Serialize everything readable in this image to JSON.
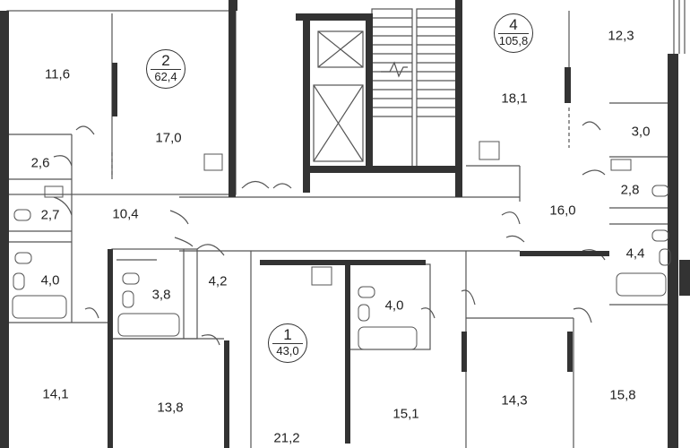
{
  "apartments": [
    {
      "number": "2",
      "area": "62,4"
    },
    {
      "number": "4",
      "area": "105,8"
    },
    {
      "number": "1",
      "area": "43,0"
    }
  ],
  "rooms": [
    "11,6",
    "17,0",
    "2,6",
    "2,7",
    "10,4",
    "4,0",
    "3,8",
    "4,2",
    "14,1",
    "13,8",
    "21,2",
    "4,0",
    "15,1",
    "14,3",
    "15,8",
    "18,1",
    "12,3",
    "3,0",
    "2,8",
    "16,0",
    "4,4"
  ],
  "colors": {
    "wall": "#333333",
    "thin": "#555555"
  }
}
